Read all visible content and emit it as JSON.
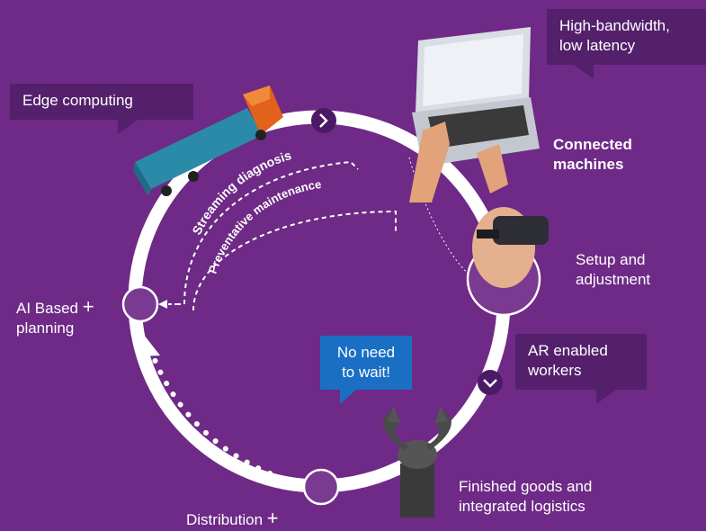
{
  "callouts": {
    "edge_computing": "Edge computing",
    "bandwidth_line1": "High-bandwidth,",
    "bandwidth_line2": "low latency",
    "ar_line1": "AR enabled",
    "ar_line2": "workers",
    "wait_line1": "No need",
    "wait_line2": "to wait!"
  },
  "labels": {
    "connected_line1": "Connected",
    "connected_line2": "machines",
    "setup_line1": "Setup and",
    "setup_line2": "adjustment",
    "ai_line1": "AI Based",
    "ai_line2": "planning",
    "plus": "+",
    "distribution": "Distribution",
    "finished_line1": "Finished goods and",
    "finished_line2": "integrated logistics"
  },
  "arc_labels": {
    "streaming": "Streaming diagnosis",
    "preventative": "Preventative maintenance"
  },
  "colors": {
    "background": "#6e2a86",
    "callout": "#54206c",
    "wait_bubble": "#1a6fc4",
    "node": "#7a3a92",
    "badge": "#4a1a66"
  },
  "icons": [
    "truck-icon",
    "laptop-icon",
    "hand-icon",
    "vr-headset-icon",
    "robot-claw-icon",
    "chevron-right-icon",
    "chevron-down-icon"
  ]
}
